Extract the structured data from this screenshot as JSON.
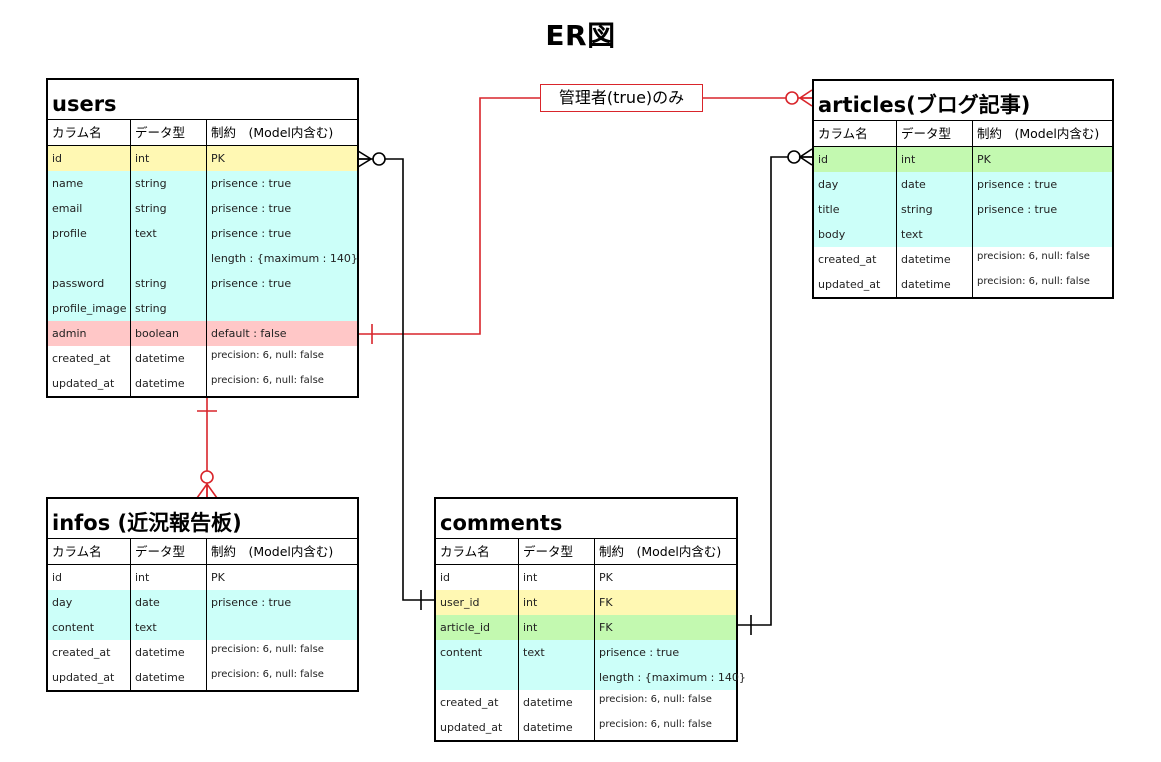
{
  "title": "ER図",
  "colors": {
    "pk_yellow": "#fff8b3",
    "attr_cyan": "#ccfff9",
    "admin_pink": "#ffc7c7",
    "fk_green": "#c3f9b0",
    "relation_red": "#d9252b",
    "relation_black": "#000000"
  },
  "column_headers": [
    "カラム名",
    "データ型",
    "制約　(Model内含む)"
  ],
  "relation_label": "管理者(true)のみ",
  "entities": {
    "users": {
      "name": "users",
      "rows": [
        {
          "col": "id",
          "type": "int",
          "constraint": "PK",
          "color": "pk_yellow"
        },
        {
          "col": "name",
          "type": "string",
          "constraint": "prisence : true",
          "color": "attr_cyan"
        },
        {
          "col": "email",
          "type": "string",
          "constraint": "prisence : true",
          "color": "attr_cyan"
        },
        {
          "col": "profile",
          "type": "text",
          "constraint": "prisence : true",
          "color": "attr_cyan"
        },
        {
          "col": "",
          "type": "",
          "constraint": "length : {maximum : 140}",
          "color": "attr_cyan"
        },
        {
          "col": "password",
          "type": "string",
          "constraint": "prisence : true",
          "color": "attr_cyan"
        },
        {
          "col": "profile_image",
          "type": "string",
          "constraint": "",
          "color": "attr_cyan"
        },
        {
          "col": "admin",
          "type": "boolean",
          "constraint": "default : false",
          "color": "admin_pink"
        },
        {
          "col": "created_at",
          "type": "datetime",
          "constraint": "precision: 6, null: false",
          "color": ""
        },
        {
          "col": "updated_at",
          "type": "datetime",
          "constraint": "precision: 6, null: false",
          "color": ""
        }
      ]
    },
    "articles": {
      "name": "articles(ブログ記事)",
      "rows": [
        {
          "col": "id",
          "type": "int",
          "constraint": "PK",
          "color": "fk_green"
        },
        {
          "col": "day",
          "type": "date",
          "constraint": "prisence : true",
          "color": "attr_cyan"
        },
        {
          "col": "title",
          "type": "string",
          "constraint": "prisence : true",
          "color": "attr_cyan"
        },
        {
          "col": "body",
          "type": "text",
          "constraint": "",
          "color": "attr_cyan"
        },
        {
          "col": "created_at",
          "type": "datetime",
          "constraint": "precision: 6, null: false",
          "color": ""
        },
        {
          "col": "updated_at",
          "type": "datetime",
          "constraint": "precision: 6, null: false",
          "color": ""
        }
      ]
    },
    "infos": {
      "name": "infos (近況報告板)",
      "rows": [
        {
          "col": "id",
          "type": "int",
          "constraint": "PK",
          "color": ""
        },
        {
          "col": "day",
          "type": "date",
          "constraint": "prisence : true",
          "color": "attr_cyan"
        },
        {
          "col": "content",
          "type": "text",
          "constraint": "",
          "color": "attr_cyan"
        },
        {
          "col": "created_at",
          "type": "datetime",
          "constraint": "precision: 6, null: false",
          "color": ""
        },
        {
          "col": "updated_at",
          "type": "datetime",
          "constraint": "precision: 6, null: false",
          "color": ""
        }
      ]
    },
    "comments": {
      "name": "comments",
      "rows": [
        {
          "col": "id",
          "type": "int",
          "constraint": "PK",
          "color": ""
        },
        {
          "col": "user_id",
          "type": "int",
          "constraint": "FK",
          "color": "pk_yellow"
        },
        {
          "col": "article_id",
          "type": "int",
          "constraint": "FK",
          "color": "fk_green"
        },
        {
          "col": "content",
          "type": "text",
          "constraint": "prisence : true",
          "color": "attr_cyan"
        },
        {
          "col": "",
          "type": "",
          "constraint": "length : {maximum : 140}",
          "color": "attr_cyan"
        },
        {
          "col": "created_at",
          "type": "datetime",
          "constraint": "precision: 6, null: false",
          "color": ""
        },
        {
          "col": "updated_at",
          "type": "datetime",
          "constraint": "precision: 6, null: false",
          "color": ""
        }
      ]
    }
  }
}
